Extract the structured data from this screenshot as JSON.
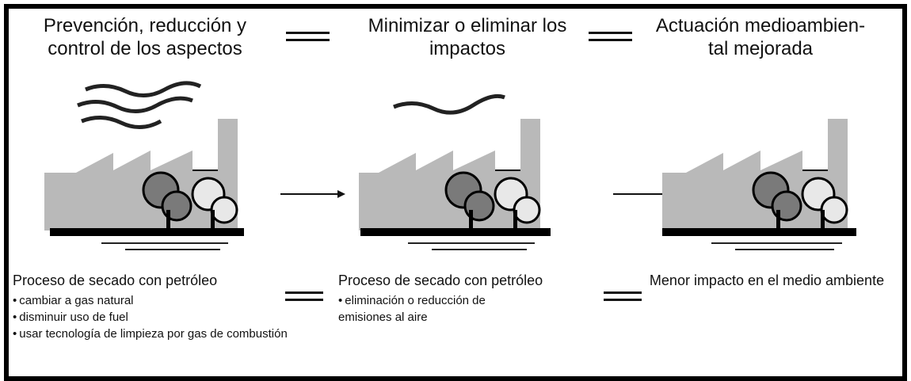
{
  "headers": {
    "col1": "Prevención, reducción y\ncontrol de los aspectos",
    "col2": "Minimizar o eliminar los\nimpactos",
    "col3": "Actuación medioambien-\ntal mejorada"
  },
  "descriptions": {
    "col1": {
      "title": "Proceso de secado con petróleo",
      "items": [
        "cambiar a gas natural",
        "disminuir uso de fuel",
        "usar tecnología de limpieza por gas de combustión"
      ]
    },
    "col2": {
      "title": "Proceso de secado con petróleo",
      "items": [
        "eliminación o reducción de",
        "emisiones al aire"
      ]
    },
    "col3": {
      "title": "Menor impacto en el medio ambiente"
    }
  },
  "colors": {
    "ink": "#111111",
    "factory_gray": "#b9b9b9",
    "tree_dark": "#7a7a7a"
  }
}
